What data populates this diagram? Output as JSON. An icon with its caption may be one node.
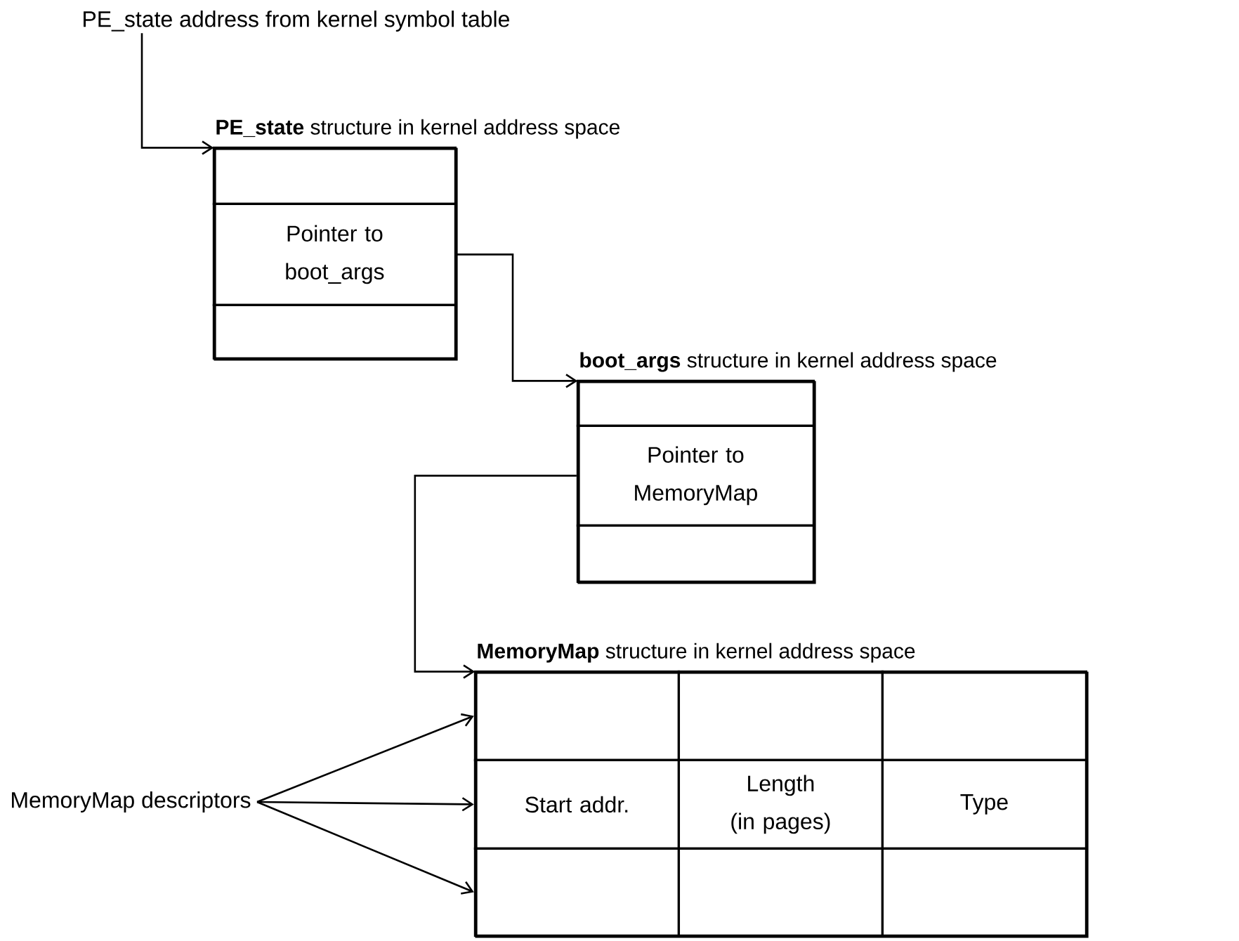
{
  "diagram": {
    "nodes": [
      {
        "text": [
          "PE_state address from kernel symbol table"
        ]
      },
      {
        "text": [
          "**PE_state** structure in kernel address space"
        ]
      },
      {
        "text": [],
        "shape": "box",
        "in": 1
      },
      {
        "text": [
          "Pointer to boot_args"
        ],
        "in": 1
      },
      {
        "text": [],
        "shape": "box",
        "in": 1
      },
      {
        "text": [
          "**boot_args** structure in kernel address space"
        ]
      },
      {
        "text": [],
        "shape": "box",
        "in": 5
      },
      {
        "text": [
          "Pointer to MemoryMap"
        ],
        "in": 5
      },
      {
        "text": [],
        "shape": "box",
        "in": 5
      },
      {
        "text": [
          "**MemoryMap** structure in kernel address space"
        ]
      },
      {
        "text": [],
        "shape": "box",
        "in": 9
      },
      {
        "text": [],
        "shape": "box",
        "in": 9
      },
      {
        "text": [],
        "shape": "box",
        "in": 9
      },
      {
        "text": [
          "Start addr."
        ],
        "in": 9
      },
      {
        "text": [
          "Length (in pages)"
        ],
        "in": 9
      },
      {
        "text": [
          "Type"
        ],
        "in": 9
      },
      {
        "text": [],
        "shape": "box",
        "in": 9
      },
      {
        "text": [],
        "shape": "box",
        "in": 9
      },
      {
        "text": [],
        "shape": "box",
        "in": 9
      },
      {
        "text": [
          "MemoryMap descriptors"
        ]
      }
    ],
    "edges": [
      {
        "from": 0,
        "to": 1,
        "arrow": "to"
      },
      {
        "from": 3,
        "to": 5,
        "arrow": "to"
      },
      {
        "from": 7,
        "to": 9,
        "arrow": "to"
      },
      {
        "from": 19,
        "to": 10,
        "arrow": "to"
      },
      {
        "from": 19,
        "to": 13,
        "arrow": "to"
      },
      {
        "from": 19,
        "to": 16,
        "arrow": "to"
      }
    ]
  }
}
